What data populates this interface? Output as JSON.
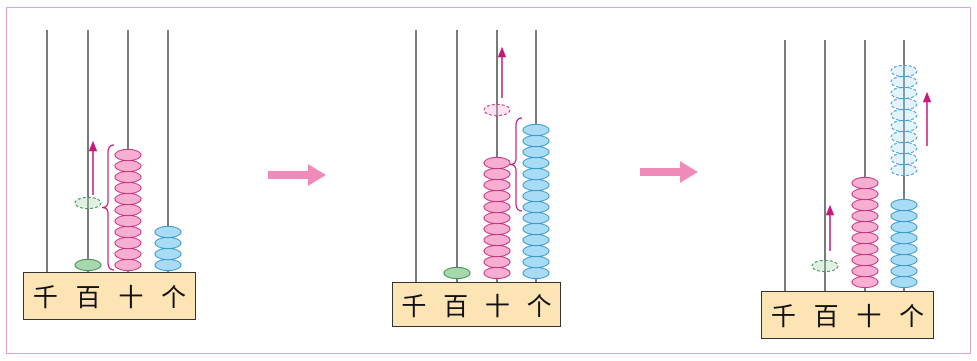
{
  "place_labels": [
    "千",
    "百",
    "十",
    "个"
  ],
  "colors": {
    "frame": "#e4a3c6",
    "pink_bead": "#f7aed0",
    "pink_bead_stroke": "#c8317e",
    "blue_bead": "#a8dcf5",
    "blue_bead_stroke": "#3798c9",
    "green_bead": "#a6d8ad",
    "green_bead_stroke": "#3e8a4e",
    "arrow": "#c8177d",
    "big_arrow": "#f08bb9",
    "base_fill": "#fde4b4"
  },
  "abacus_states": [
    {
      "step": 1,
      "beads": {
        "千": 0,
        "百": 1,
        "十": 11,
        "个": 4
      },
      "ghost_beads": {
        "百": 1
      },
      "moving": [
        "十 → 百"
      ]
    },
    {
      "step": 2,
      "beads": {
        "千": 0,
        "百": 1,
        "十": 11,
        "个": 14
      },
      "ghost_beads": {
        "十": 1
      },
      "moving": [
        "个 → 十"
      ]
    },
    {
      "step": 3,
      "beads": {
        "千": 0,
        "百": 0,
        "十": 10,
        "个": 8
      },
      "ghost_beads": {
        "百": 1,
        "个": 10
      },
      "moving": [
        "个 ↑",
        "百 ↑"
      ]
    }
  ]
}
